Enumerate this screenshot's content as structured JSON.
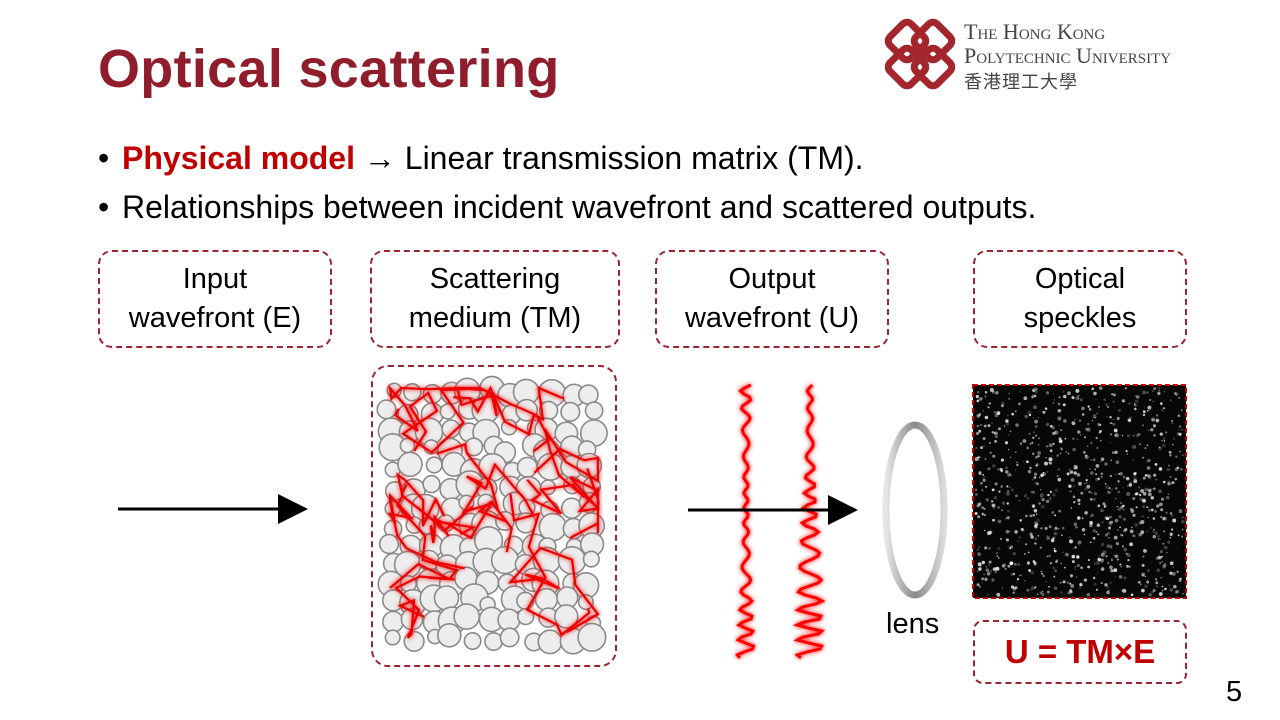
{
  "slide": {
    "title": "Optical scattering",
    "page_number": "5"
  },
  "logo": {
    "line1": "The Hong Kong",
    "line2": "Polytechnic University",
    "line3": "香港理工大學",
    "brand_color": "#a3262d"
  },
  "bullets": [
    {
      "highlight": "Physical model",
      "text": " → Linear transmission matrix (TM)."
    },
    {
      "highlight": "",
      "text": "Relationships between incident wavefront and scattered outputs."
    }
  ],
  "boxes": {
    "input": {
      "line1": "Input",
      "line2": "wavefront (E)"
    },
    "medium": {
      "line1": "Scattering",
      "line2": "medium (TM)"
    },
    "output": {
      "line1": "Output",
      "line2": "wavefront (U)"
    },
    "speckles": {
      "line1": "Optical",
      "line2": "speckles"
    }
  },
  "lens_label": "lens",
  "equation": "U = TM×E",
  "colors": {
    "title": "#8f1d2c",
    "highlight": "#c00000",
    "box_border": "#9c2430",
    "wave": "#ff0000"
  }
}
